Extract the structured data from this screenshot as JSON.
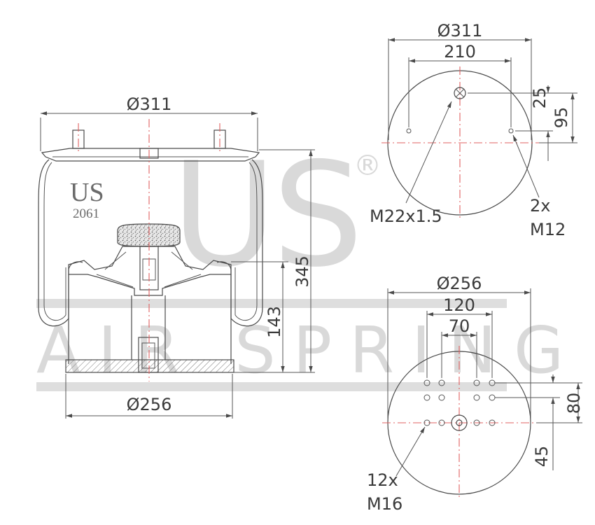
{
  "watermark": {
    "big_text": "US",
    "sub_text": "AIR SPRING",
    "registered": "®"
  },
  "brand": {
    "name": "US",
    "model": "2061"
  },
  "side_view": {
    "top_diameter": "Ø311",
    "bottom_diameter": "Ø256",
    "total_height": "345",
    "piston_height": "143"
  },
  "top_plate": {
    "diameter": "Ø311",
    "stud_spacing": "210",
    "offset_small": "25",
    "offset_large": "95",
    "stud_count_label": "2x",
    "stud_thread": "M12",
    "air_inlet_thread": "M22x1.5"
  },
  "bottom_plate": {
    "diameter": "Ø256",
    "outer_spacing": "120",
    "inner_spacing": "70",
    "row_spacing": "80",
    "center_offset": "45",
    "bolt_count_label": "12x",
    "bolt_thread": "M16"
  },
  "colors": {
    "centerline": "#e06060",
    "line": "#4a4a4a",
    "watermark": "#d9d9d9"
  }
}
